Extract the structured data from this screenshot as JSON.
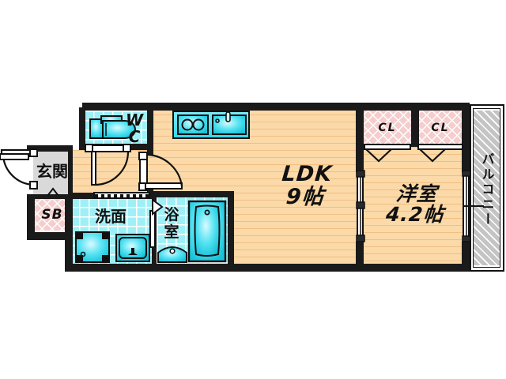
{
  "plan": {
    "type": "japanese-apartment-floorplan",
    "rooms": [
      {
        "key": "ldk",
        "label": "LDK\n9帖",
        "name": "living-dining-kitchen",
        "floor": "wood"
      },
      {
        "key": "washitsu",
        "label": "洋室\n4.2帖",
        "name": "western-room",
        "floor": "wood"
      },
      {
        "key": "genkan",
        "label": "玄関",
        "name": "entrance",
        "floor": "concrete"
      },
      {
        "key": "senmen",
        "label": "洗面",
        "name": "washroom",
        "floor": "tile"
      },
      {
        "key": "yokushitsu",
        "label": "浴室",
        "name": "bathroom",
        "floor": "tile"
      },
      {
        "key": "wc",
        "label": "W\nC",
        "name": "toilet",
        "floor": "tile"
      },
      {
        "key": "sb",
        "label": "SB",
        "name": "shoe-box",
        "floor": "hatch"
      },
      {
        "key": "cl1",
        "label": "CL",
        "name": "closet-left",
        "floor": "hatch"
      },
      {
        "key": "cl2",
        "label": "CL",
        "name": "closet-right",
        "floor": "hatch"
      },
      {
        "key": "balcony",
        "label": "バルコニー",
        "name": "balcony",
        "floor": "hatch"
      }
    ],
    "ldk": {
      "label": "LDK",
      "area": "9帖"
    },
    "washitsu": {
      "label": "洋室",
      "area": "4.2帖"
    },
    "genkan": {
      "label": "玄関"
    },
    "senmen": {
      "label": "洗面"
    },
    "yokushitsu": {
      "label": "浴室"
    },
    "wc": {
      "label_w": "W",
      "label_c": "C"
    },
    "sb": {
      "label": "SB"
    },
    "closet_left": {
      "label": "CL"
    },
    "closet_right": {
      "label": "CL"
    },
    "balcony": {
      "label": "バルコニー"
    },
    "fixtures": [
      {
        "name": "toilet-fixture",
        "room": "wc"
      },
      {
        "name": "kitchen-stove",
        "room": "ldk",
        "burners": 2
      },
      {
        "name": "kitchen-sink",
        "room": "ldk"
      },
      {
        "name": "washing-machine-pan",
        "room": "senmen"
      },
      {
        "name": "vanity-sink",
        "room": "senmen"
      },
      {
        "name": "bathtub",
        "room": "yokushitsu"
      },
      {
        "name": "bath-basin",
        "room": "yokushitsu"
      }
    ],
    "colors": {
      "wall": "#1a1a1a",
      "wood_floor": "#fbd9a8",
      "tile_floor": "#9ff0f6",
      "closet_hatch": "#f6cdcd",
      "balcony_hatch": "#c4c4c4",
      "genkan_floor": "#d9d9d9",
      "fixture_cyan": "#49dff0",
      "background": "#ffffff"
    }
  }
}
